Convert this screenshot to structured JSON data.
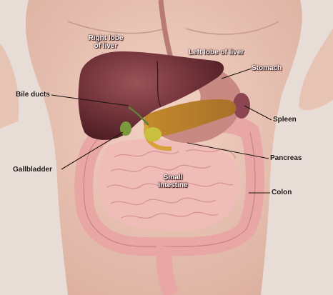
{
  "labels": {
    "right_lobe": "Right lobe\nof liver",
    "left_lobe": "Left lobe of liver",
    "stomach": "Stomach",
    "bile_ducts": "Bile ducts",
    "spleen": "Spleen",
    "gallbladder": "Gallbladder",
    "pancreas": "Pancreas",
    "small_intestine": "Small\nintestine",
    "colon": "Colon"
  }
}
